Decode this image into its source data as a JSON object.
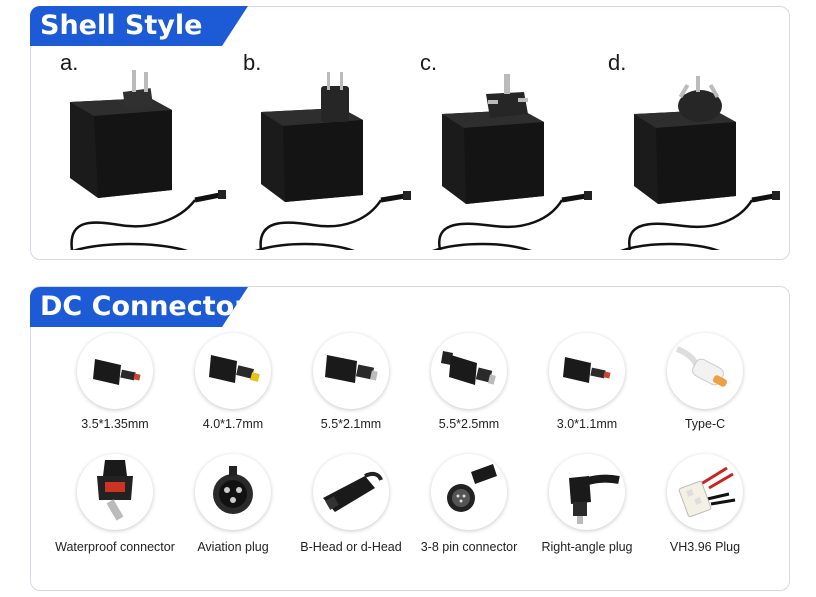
{
  "shell_section": {
    "title": "Shell Style",
    "items": [
      {
        "label": "a.",
        "plug": "US"
      },
      {
        "label": "b.",
        "plug": "EU"
      },
      {
        "label": "c.",
        "plug": "UK"
      },
      {
        "label": "d.",
        "plug": "AU"
      }
    ]
  },
  "dc_section": {
    "title": "DC Connector",
    "row1": [
      {
        "label": "3.5*1.35mm"
      },
      {
        "label": "4.0*1.7mm"
      },
      {
        "label": "5.5*2.1mm"
      },
      {
        "label": "5.5*2.5mm"
      },
      {
        "label": "3.0*1.1mm"
      },
      {
        "label": "Type-C"
      }
    ],
    "row2": [
      {
        "label": "Waterproof connector"
      },
      {
        "label": "Aviation plug"
      },
      {
        "label": "B-Head or d-Head"
      },
      {
        "label": "3-8 pin connector"
      },
      {
        "label": "Right-angle plug"
      },
      {
        "label": "VH3.96 Plug"
      }
    ]
  },
  "colors": {
    "accent": "#1d5bd6",
    "panel_border": "#d4dbe6"
  }
}
